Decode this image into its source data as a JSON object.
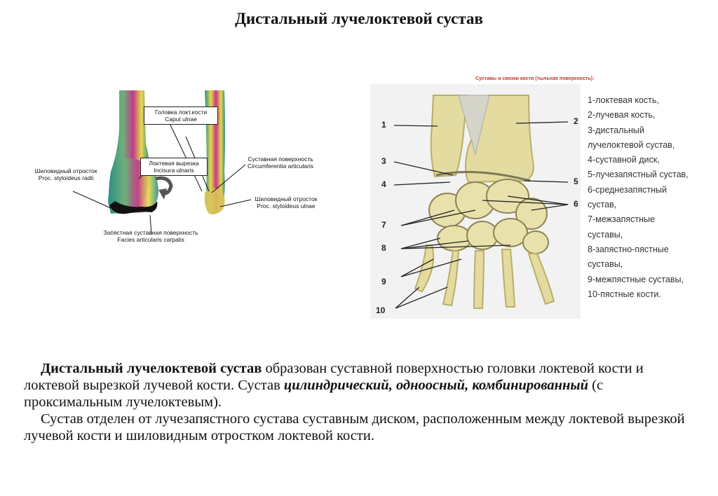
{
  "title": "Дистальный лучелоктевой сустав",
  "left_figure": {
    "labels": {
      "caput_ru": "Головка локт.кости",
      "caput_la": "Caput ulnae",
      "incisura_ru": "Локтевая вырезка",
      "incisura_la": "Incisura ulnaris",
      "circ_ru": "Суставная поверхность",
      "circ_la": "Circumferentia articularis",
      "styl_radii_ru": "Шиловидный отросток",
      "styl_radii_la": "Proc. styloideus radii",
      "styl_ulnae_ru": "Шиловидный отросток",
      "styl_ulnae_la": "Proc. styloideus ulnae",
      "carpal_ru": "Запястная суставная поверхность",
      "carpal_la": "Facies articularis carpalis"
    }
  },
  "right_figure": {
    "caption": "Суставы и связки кисти (тыльная поверхность):",
    "numbers": [
      "1",
      "2",
      "3",
      "4",
      "5",
      "6",
      "7",
      "8",
      "9",
      "10"
    ],
    "legend": [
      "1-локтевая кость,",
      "2-лучевая кость,",
      "3-дистальный",
      "лучелоктевой сустав,",
      "4-суставной диск,",
      "5-лучезапястный сустав,",
      "6-среднезапястный",
      "сустав,",
      "7-межзапястные",
      "суставы,",
      "8-запястно-пястные",
      "суставы,",
      "9-межпястные суставы,",
      "10-пястные кости."
    ]
  },
  "body_text": {
    "p1_bold": "Дистальный лучелоктевой сустав",
    "p1_a": " образован суставной поверхностью головки локтевой кости и локтевой вырезкой лучевой кости. Сустав ",
    "p1_bi": "цилиндрический, одноосный, комбинированный",
    "p1_b": " (с проксимальным лучелоктевым).",
    "p2": "Сустав отделен от лучезапястного сустава суставным диском, расположенным между локтевой вырезкой лучевой кости и шиловидным отростком локтевой кости."
  },
  "colors": {
    "bone_left_teal": "#2a8f86",
    "bone_left_pink": "#c2398a",
    "bone_left_yellow": "#e6d94a",
    "bone_right": "#e3dba0",
    "bone_right_dark": "#b9ae6a",
    "caption_red": "#c0392b"
  }
}
